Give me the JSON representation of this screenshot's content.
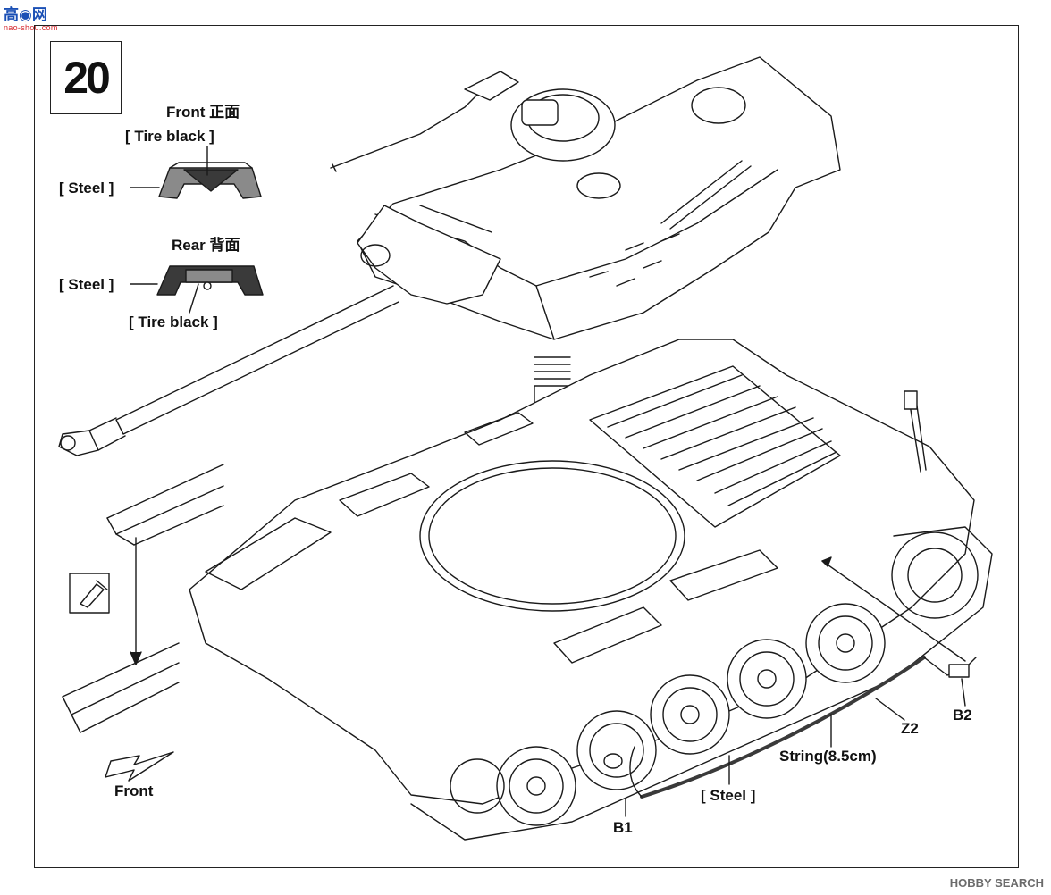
{
  "watermark": {
    "site_logo": "高◉网",
    "site_url": "nao-shou.com",
    "brand_bottom": "HOBBY SEARCH"
  },
  "step": {
    "number": "20"
  },
  "track_legend": {
    "front_title": "Front 正面",
    "front_tire": "[ Tire black ]",
    "front_steel": "[ Steel ]",
    "rear_title": "Rear 背面",
    "rear_steel": "[ Steel ]",
    "rear_tire": "[ Tire black ]"
  },
  "callouts": {
    "front_arrow": "Front",
    "b1": "B1",
    "b2": "B2",
    "z2": "Z2",
    "string": "String(8.5cm)",
    "steel": "[ Steel ]"
  },
  "colors": {
    "line": "#1a1a1a",
    "track_dark": "#3a3a3a",
    "track_mid": "#8a8a8a"
  }
}
